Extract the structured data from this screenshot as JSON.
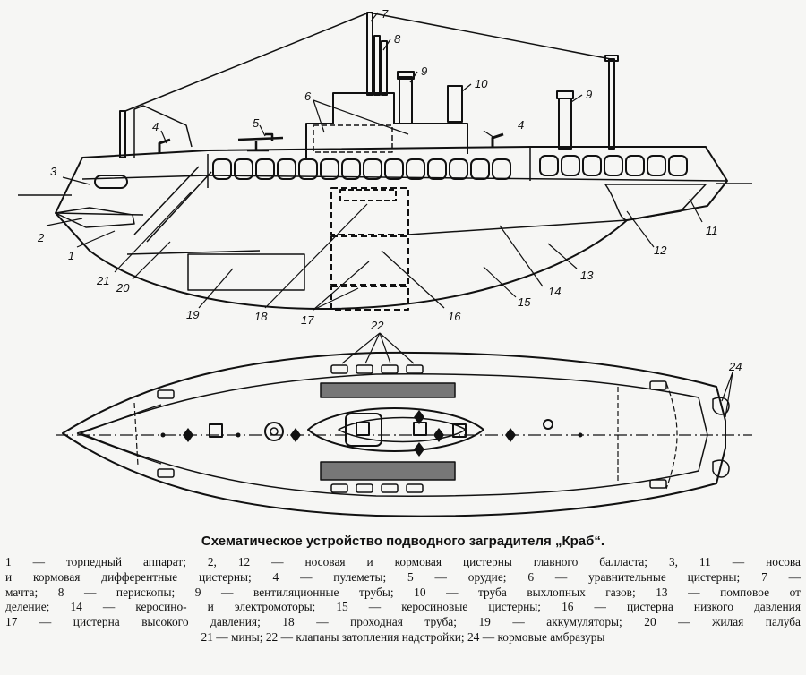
{
  "caption": {
    "title": "Схематическое устройство подводного заградителя „Краб“."
  },
  "legend_lines": [
    "1 — торпедный аппарат; 2, 12 — носовая и кормовая цистерны главного балласта; 3, 11 — носова",
    "и кормовая дифферентные цистерны; 4 — пулеметы; 5 — орудие; 6 — уравнительные цистерны; 7 —",
    "мачта; 8 — перископы; 9 — вентиляционные трубы; 10 — труба выхлопных газов; 13 — помповое от",
    "деление; 14 — керосино- и электромоторы; 15 — керосиновые цистерны; 16 — цистерна низкого давления",
    "17 — цистерна высокого давления; 18 — проходная труба; 19 — аккумуляторы; 20 — жилая палуба",
    "21 — мины; 22 — клапаны затопления надстройки; 24 — кормовые амбразуры"
  ],
  "side_view_labels": {
    "l1": "1",
    "l2": "2",
    "l3": "3",
    "l4a": "4",
    "l4b": "4",
    "l5": "5",
    "l6": "6",
    "l7": "7",
    "l8": "8",
    "l9a": "9",
    "l9b": "9",
    "l10": "10",
    "l11": "11",
    "l12": "12",
    "l13": "13",
    "l14": "14",
    "l15": "15",
    "l16": "16",
    "l17": "17",
    "l18": "18",
    "l19": "19",
    "l20": "20",
    "l21": "21"
  },
  "plan_view_labels": {
    "l22": "22",
    "l24": "24"
  }
}
